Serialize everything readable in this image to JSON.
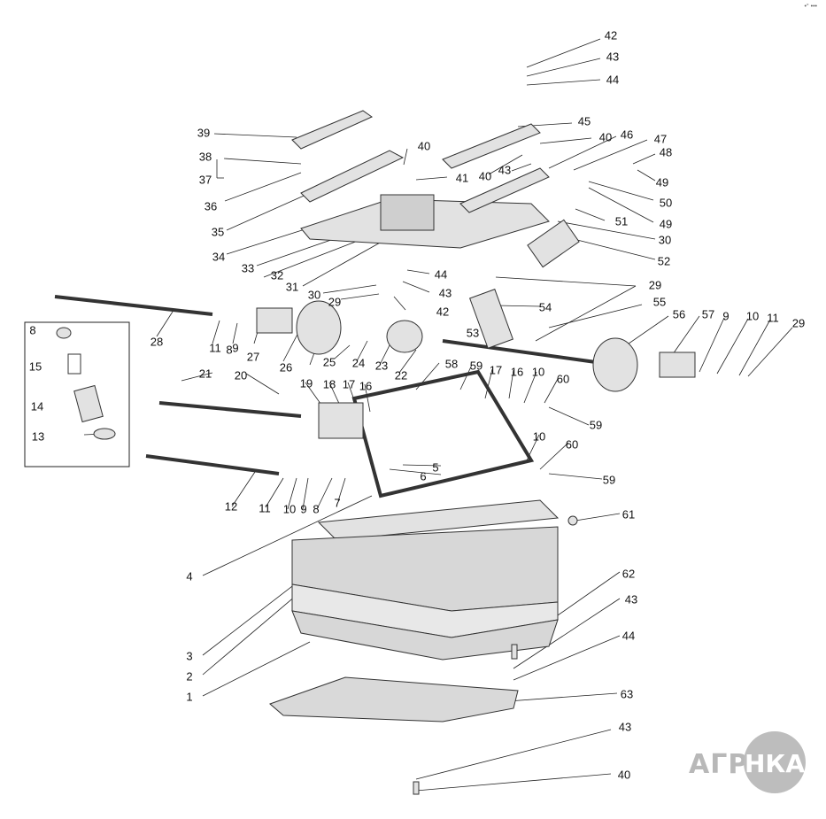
{
  "diagram": {
    "labels": [
      {
        "id": "l42a",
        "text": "42"
      },
      {
        "id": "l43a",
        "text": "43"
      },
      {
        "id": "l44a",
        "text": "44"
      },
      {
        "id": "l45",
        "text": "45"
      },
      {
        "id": "l39",
        "text": "39"
      },
      {
        "id": "l40a",
        "text": "40"
      },
      {
        "id": "l40b",
        "text": "40"
      },
      {
        "id": "l46",
        "text": "46"
      },
      {
        "id": "l47",
        "text": "47"
      },
      {
        "id": "l38",
        "text": "38"
      },
      {
        "id": "l37",
        "text": "37"
      },
      {
        "id": "l41",
        "text": "41"
      },
      {
        "id": "l40c",
        "text": "40"
      },
      {
        "id": "l43b",
        "text": "43"
      },
      {
        "id": "l48",
        "text": "48"
      },
      {
        "id": "l49a",
        "text": "49"
      },
      {
        "id": "l36",
        "text": "36"
      },
      {
        "id": "l50",
        "text": "50"
      },
      {
        "id": "l49b",
        "text": "49"
      },
      {
        "id": "l51",
        "text": "51"
      },
      {
        "id": "l35",
        "text": "35"
      },
      {
        "id": "l30a",
        "text": "30"
      },
      {
        "id": "l34",
        "text": "34"
      },
      {
        "id": "l52",
        "text": "52"
      },
      {
        "id": "l33",
        "text": "33"
      },
      {
        "id": "l32",
        "text": "32"
      },
      {
        "id": "l31",
        "text": "31"
      },
      {
        "id": "l44b",
        "text": "44"
      },
      {
        "id": "l29a",
        "text": "29"
      },
      {
        "id": "l43c",
        "text": "43"
      },
      {
        "id": "l30b",
        "text": "30"
      },
      {
        "id": "l29b",
        "text": "29"
      },
      {
        "id": "l42b",
        "text": "42"
      },
      {
        "id": "l55",
        "text": "55"
      },
      {
        "id": "l54",
        "text": "54"
      },
      {
        "id": "l56",
        "text": "56"
      },
      {
        "id": "l57",
        "text": "57"
      },
      {
        "id": "l9a",
        "text": "9"
      },
      {
        "id": "l10a",
        "text": "10"
      },
      {
        "id": "l11a",
        "text": "11"
      },
      {
        "id": "l29c",
        "text": "29"
      },
      {
        "id": "l8a",
        "text": "8"
      },
      {
        "id": "l53",
        "text": "53"
      },
      {
        "id": "l28",
        "text": "28"
      },
      {
        "id": "l11b",
        "text": "11"
      },
      {
        "id": "l9b",
        "text": "9"
      },
      {
        "id": "l8b",
        "text": "8"
      },
      {
        "id": "l27",
        "text": "27"
      },
      {
        "id": "l26",
        "text": "26"
      },
      {
        "id": "l25",
        "text": "25"
      },
      {
        "id": "l24",
        "text": "24"
      },
      {
        "id": "l23",
        "text": "23"
      },
      {
        "id": "l22",
        "text": "22"
      },
      {
        "id": "l58",
        "text": "58"
      },
      {
        "id": "l59a",
        "text": "59"
      },
      {
        "id": "l17a",
        "text": "17"
      },
      {
        "id": "l16a",
        "text": "16"
      },
      {
        "id": "l10b",
        "text": "10"
      },
      {
        "id": "l60a",
        "text": "60"
      },
      {
        "id": "l15",
        "text": "15"
      },
      {
        "id": "l21",
        "text": "21"
      },
      {
        "id": "l20",
        "text": "20"
      },
      {
        "id": "l19",
        "text": "19"
      },
      {
        "id": "l18",
        "text": "18"
      },
      {
        "id": "l17b",
        "text": "17"
      },
      {
        "id": "l16b",
        "text": "16"
      },
      {
        "id": "l14",
        "text": "14"
      },
      {
        "id": "l59b",
        "text": "59"
      },
      {
        "id": "l13",
        "text": "13"
      },
      {
        "id": "l10c",
        "text": "10"
      },
      {
        "id": "l60b",
        "text": "60"
      },
      {
        "id": "l5",
        "text": "5"
      },
      {
        "id": "l6",
        "text": "6"
      },
      {
        "id": "l59c",
        "text": "59"
      },
      {
        "id": "l12",
        "text": "12"
      },
      {
        "id": "l11c",
        "text": "11"
      },
      {
        "id": "l10d",
        "text": "10"
      },
      {
        "id": "l9c",
        "text": "9"
      },
      {
        "id": "l8c",
        "text": "8"
      },
      {
        "id": "l7",
        "text": "7"
      },
      {
        "id": "l61",
        "text": "61"
      },
      {
        "id": "l4",
        "text": "4"
      },
      {
        "id": "l62",
        "text": "62"
      },
      {
        "id": "l43d",
        "text": "43"
      },
      {
        "id": "l44c",
        "text": "44"
      },
      {
        "id": "l3",
        "text": "3"
      },
      {
        "id": "l2",
        "text": "2"
      },
      {
        "id": "l1",
        "text": "1"
      },
      {
        "id": "l63",
        "text": "63"
      },
      {
        "id": "l43e",
        "text": "43"
      },
      {
        "id": "l40d",
        "text": "40"
      }
    ]
  },
  "logo": {
    "left_text": "АГРО",
    "circle_text": "НКА"
  },
  "corner_mark": "•° •••"
}
